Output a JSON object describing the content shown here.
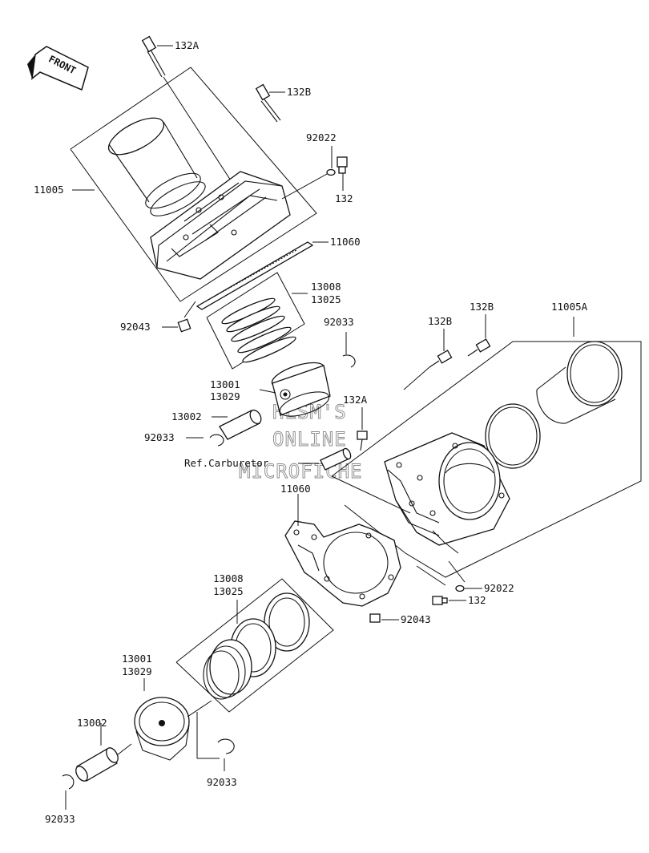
{
  "diagram": {
    "front_label": "FRONT",
    "ref_label": "Ref.Carburetor",
    "watermark": [
      "HLSM'S",
      "ONLINE",
      "MICROFICHE"
    ],
    "callouts": {
      "bolt_132a_top": "132A",
      "bolt_132b_top": "132B",
      "washer_92022_top": "92022",
      "bolt_132_top": "132",
      "cyl_11005": "11005",
      "gasket_11060_top": "11060",
      "rings_13008_top": "13008",
      "rings_13025_top": "13025",
      "dowel_92043_top": "92043",
      "clip_92033_upper_right": "92033",
      "piston_13001_top": "13001",
      "piston_13029_top": "13029",
      "pin_13002_top": "13002",
      "clip_92033_upper_left": "92033",
      "bolt_132b_right": "132B",
      "bolt_132b_mid": "132B",
      "cyl_11005a": "11005A",
      "bolt_132a_mid": "132A",
      "gasket_11060_bottom": "11060",
      "washer_92022_bottom": "92022",
      "bolt_132_bottom": "132",
      "dowel_92043_bottom": "92043",
      "rings_13008_bottom": "13008",
      "rings_13025_bottom": "13025",
      "piston_13001_bottom": "13001",
      "piston_13029_bottom": "13029",
      "pin_13002_bottom": "13002",
      "clip_92033_bottom_right": "92033",
      "clip_92033_bottom_left": "92033"
    }
  }
}
